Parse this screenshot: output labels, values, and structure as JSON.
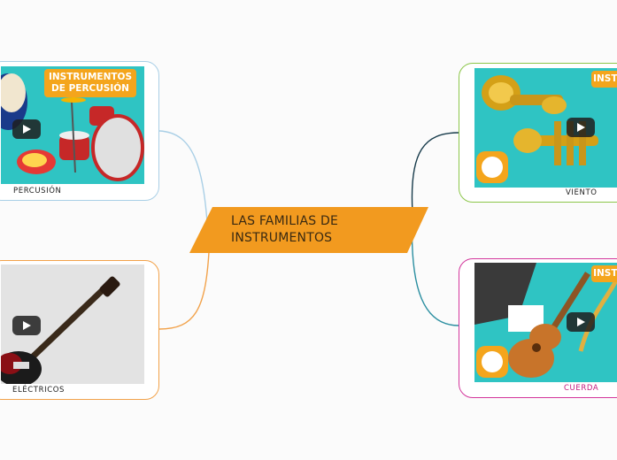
{
  "central_topic": "LAS FAMILIAS DE INSTRUMENTOS",
  "branches": [
    {
      "id": "percusion",
      "label": "PERCUSIÓN",
      "banner": "INSTRUMENTOS DE PERCUSIÓN",
      "border": "#a9cfe6",
      "label_color": "#222222"
    },
    {
      "id": "electricos",
      "label": "ELÉCTRICOS",
      "banner": "",
      "border": "#f2a24a",
      "label_color": "#222222"
    },
    {
      "id": "viento",
      "label": "VIENTO",
      "banner": "INST D",
      "border": "#8cc64a",
      "label_color": "#222222"
    },
    {
      "id": "cuerda",
      "label": "CUERDA",
      "banner": "INST D",
      "border": "#d3369c",
      "label_color": "#c2187f"
    }
  ],
  "colors": {
    "central_fill": "#f29a1f",
    "thumb_teal": "#2fc4c3"
  }
}
